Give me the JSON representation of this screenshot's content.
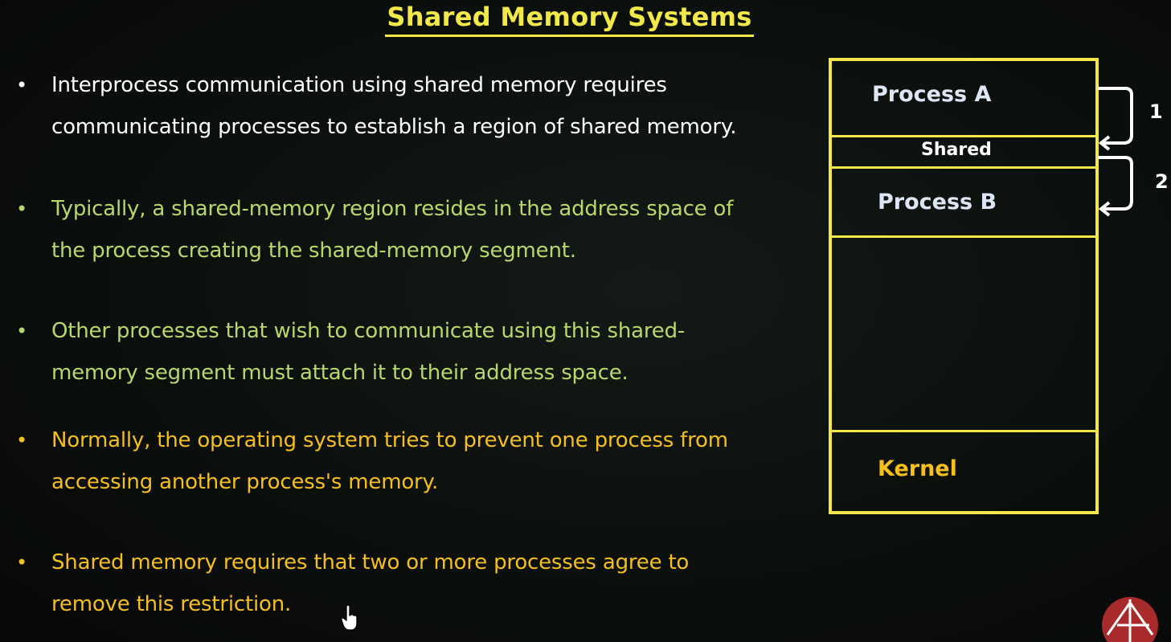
{
  "slide": {
    "title": "Shared Memory Systems",
    "bullets": [
      {
        "text": "Interprocess communication using shared memory requires\ncommunicating processes to establish a region of shared memory.",
        "color": "#ffffff"
      },
      {
        "text": "Typically, a shared-memory region resides in the address space of\nthe process creating the shared-memory segment.",
        "color": "#b8d86a"
      },
      {
        "text": "Other processes that wish to communicate using this shared-\nmemory segment must attach it to their address space.",
        "color": "#b8d86a"
      },
      {
        "text": "Normally, the operating system tries to prevent one process from\naccessing another process's memory.",
        "color": "#f5bf1e"
      },
      {
        "text": "Shared memory requires that two or more processes agree to\nremove this restriction.",
        "color": "#f5bf1e"
      }
    ]
  },
  "diagram": {
    "process_a": "Process A",
    "shared": "Shared",
    "process_b": "Process B",
    "kernel": "Kernel",
    "step_1": "1",
    "step_2": "2",
    "border_color": "#f2e84a",
    "process_label_color": "#dce6f5",
    "kernel_label_color": "#f5bf1e"
  },
  "icons": {
    "bullet": "bullet-dot-icon",
    "cursor": "hand-pointer-icon",
    "logo": "academy-logo-icon"
  }
}
